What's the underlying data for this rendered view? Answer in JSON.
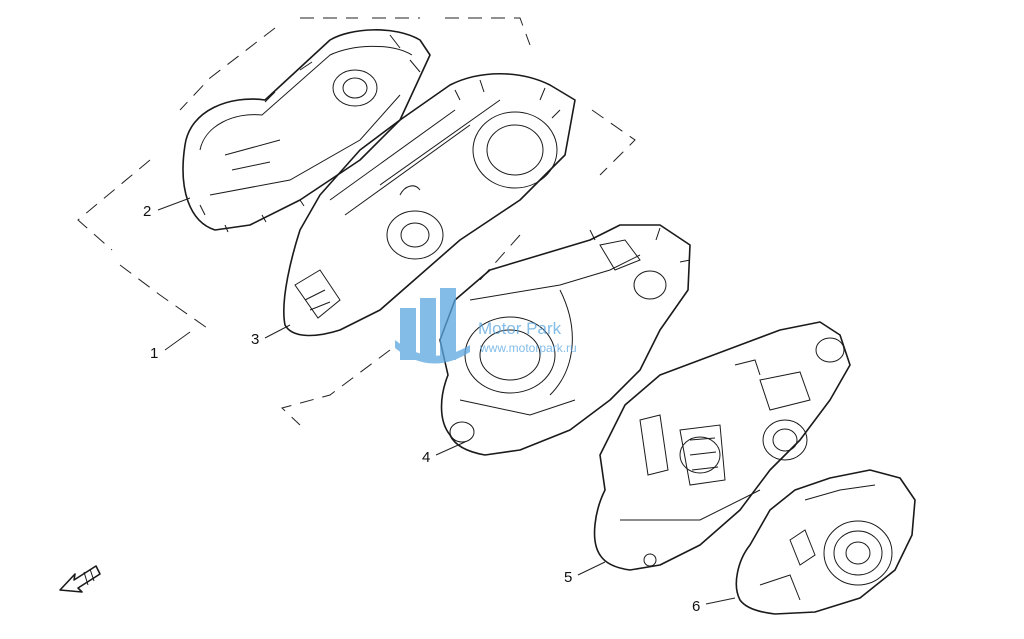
{
  "labels": [
    {
      "id": "callout-1",
      "text": "1"
    },
    {
      "id": "callout-2",
      "text": "2"
    },
    {
      "id": "callout-3",
      "text": "3"
    },
    {
      "id": "callout-4",
      "text": "4"
    },
    {
      "id": "callout-5",
      "text": "5"
    },
    {
      "id": "callout-6",
      "text": "6"
    }
  ],
  "watermark": {
    "line1": "Motor Park",
    "line2": "www.motorpark.ru",
    "color": "#5aa6df"
  },
  "colors": {
    "line": "#1a1a1a",
    "background": "#ffffff"
  },
  "icons": {
    "direction_arrow": "front-direction-arrow-icon"
  }
}
